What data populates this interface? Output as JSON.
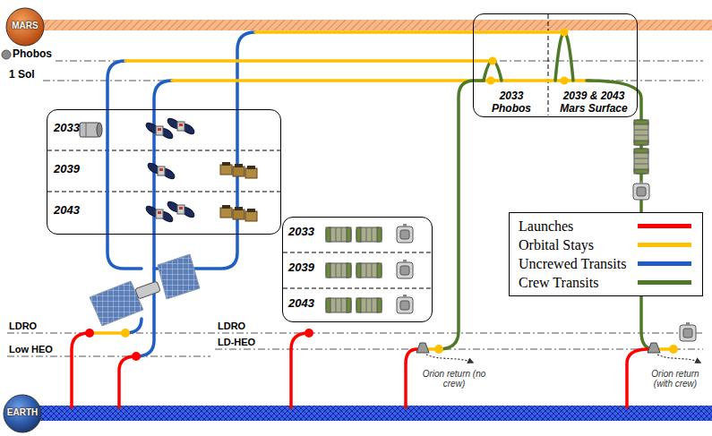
{
  "diagram": {
    "nodes": [
      {
        "text": [
          "MARS"
        ]
      },
      {
        "text": [
          "2033 Phobos",
          "2039 & 2043 Mars Surface"
        ]
      },
      {
        "text": [
          "2033",
          "2039",
          "2043"
        ]
      },
      {
        "text": [
          "2033",
          "2039",
          "2043"
        ]
      },
      {
        "text": [
          "EARTH"
        ]
      }
    ],
    "labels": [
      "Phobos",
      "1 Sol",
      "LDRO",
      "Low HEO",
      "LDRO",
      "LD-HEO",
      "Orion return (no crew)",
      "Orion return (with crew)"
    ],
    "legend": [
      {
        "text": "Launches",
        "color": "#ff0000"
      },
      {
        "text": "Orbital Stays",
        "color": "#ffc000"
      },
      {
        "text": "Uncrewed Transits",
        "color": "#1f5fc4"
      },
      {
        "text": "Crew Transits",
        "color": "#4e7a27"
      }
    ]
  }
}
